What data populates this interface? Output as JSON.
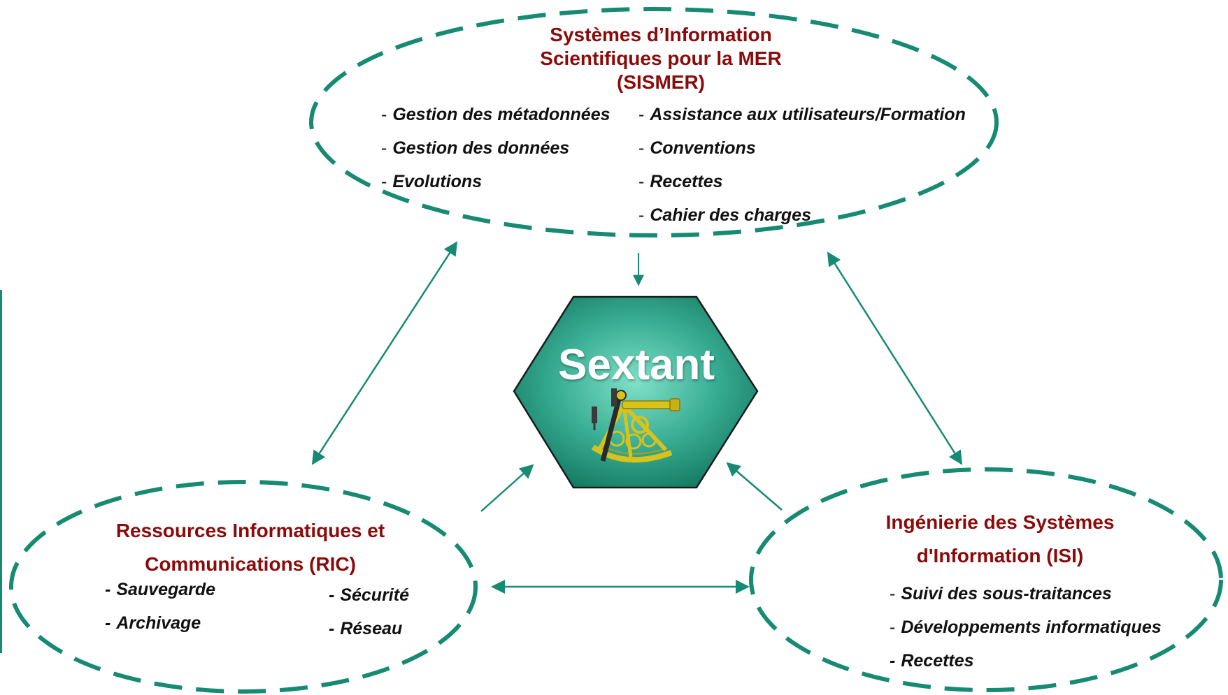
{
  "sismer": {
    "title_lines": [
      "Systèmes d’Information",
      "Scientifiques pour la MER",
      "(SISMER)"
    ],
    "items_left": [
      "Gestion des métadonnées",
      "Gestion des données",
      "Evolutions"
    ],
    "items_right": [
      "Assistance aux utilisateurs/Formation",
      "Conventions",
      "Recettes",
      "Cahier des charges"
    ]
  },
  "ric": {
    "title_lines": [
      "Ressources Informatiques et",
      "Communications (RIC)"
    ],
    "items_left": [
      "Sauvegarde",
      "Archivage"
    ],
    "items_right": [
      "Sécurité",
      "Réseau"
    ]
  },
  "isi": {
    "title_lines": [
      "Ingénierie des Systèmes",
      "d'Information (ISI)"
    ],
    "items": [
      "Suivi des sous-traitances",
      "Développements informatiques",
      "Recettes"
    ]
  },
  "center": {
    "label": "Sextant",
    "icon": "sextant-icon"
  },
  "colors": {
    "accent": "#168a72",
    "title": "#8b0a0a",
    "hex_fill": "#3fb59a",
    "sextant_gold": "#d9c21a"
  }
}
